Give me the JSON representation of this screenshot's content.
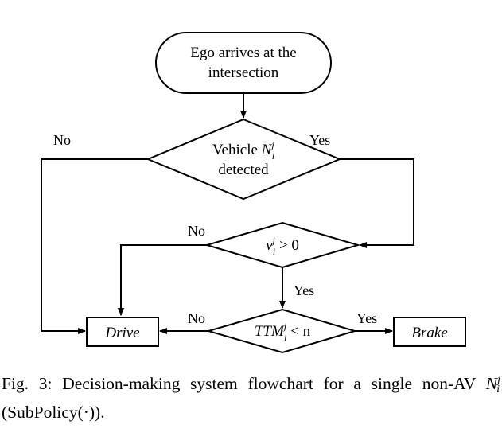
{
  "nodes": {
    "start": {
      "line1": "Ego arrives at the",
      "line2": "intersection"
    },
    "decision_vehicle": {
      "prefix": "Vehicle ",
      "var": "N",
      "sup": "j",
      "sub": "i",
      "line2": "detected"
    },
    "decision_velocity": {
      "var": "v",
      "sup": "j",
      "sub": "i",
      "relation": " > 0"
    },
    "decision_ttm": {
      "var": "TTM",
      "sup": "j",
      "sub": "i",
      "relation": " < n"
    },
    "drive": {
      "label": "Drive"
    },
    "brake": {
      "label": "Brake"
    }
  },
  "edge_labels": {
    "vehicle_no": "No",
    "vehicle_yes": "Yes",
    "velocity_no": "No",
    "velocity_yes": "Yes",
    "ttm_no": "No",
    "ttm_yes": "Yes"
  },
  "caption": {
    "label": "Fig. 3:",
    "text": " Decision-making system flowchart for a single non-AV ",
    "math_var": "N",
    "math_sup": "j",
    "math_sub": "i",
    "tail": " (SubPolicy(·))."
  }
}
